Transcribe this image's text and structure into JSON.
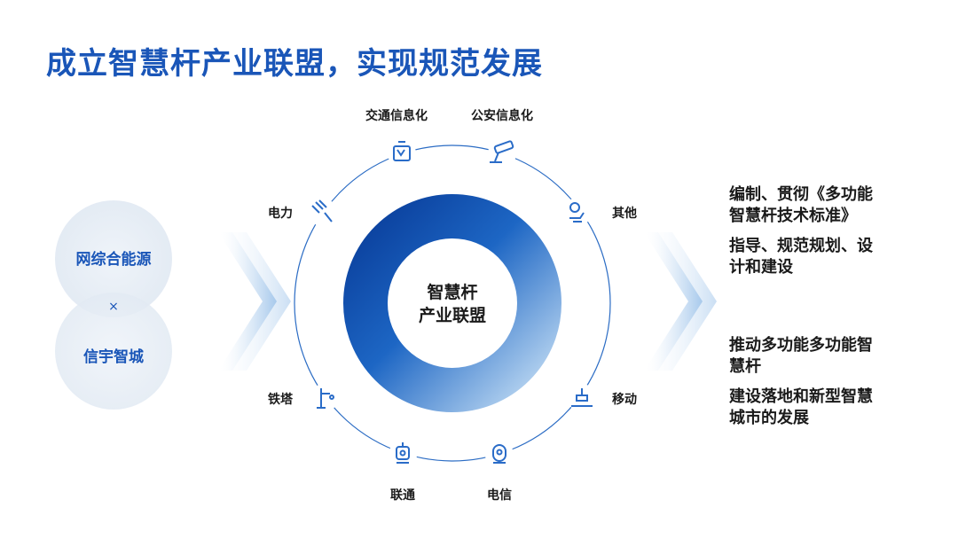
{
  "title": "成立智慧杆产业联盟，实现规范发展",
  "left": {
    "top_label": "网综合能源",
    "times": "×",
    "bottom_label": "信宇智城"
  },
  "center": {
    "line1": "智慧杆",
    "line2": "产业联盟"
  },
  "nodes": [
    {
      "label": "交通信息化",
      "icon": "traffic-icon"
    },
    {
      "label": "公安信息化",
      "icon": "security-camera-icon"
    },
    {
      "label": "其他",
      "icon": "hand-gear-icon"
    },
    {
      "label": "移动",
      "icon": "robot-arm-icon"
    },
    {
      "label": "电信",
      "icon": "robot-icon"
    },
    {
      "label": "联通",
      "icon": "robot-head-icon"
    },
    {
      "label": "铁塔",
      "icon": "tower-icon"
    },
    {
      "label": "电力",
      "icon": "power-tool-icon"
    }
  ],
  "right": [
    {
      "line1": "编制、贯彻《多功能",
      "line2": "智慧杆技术标准》"
    },
    {
      "line1": "指导、规范规划、设",
      "line2": "计和建设"
    },
    {
      "line1": "推动多功能多功能智",
      "line2": "慧杆"
    },
    {
      "line1": "建设落地和新型智慧",
      "line2": "城市的发展"
    }
  ],
  "colors": {
    "accent": "#1a56b8",
    "ring_dark": "#0d4aa8",
    "ring_light": "#a8ccee",
    "icon": "#2a6cc8"
  }
}
